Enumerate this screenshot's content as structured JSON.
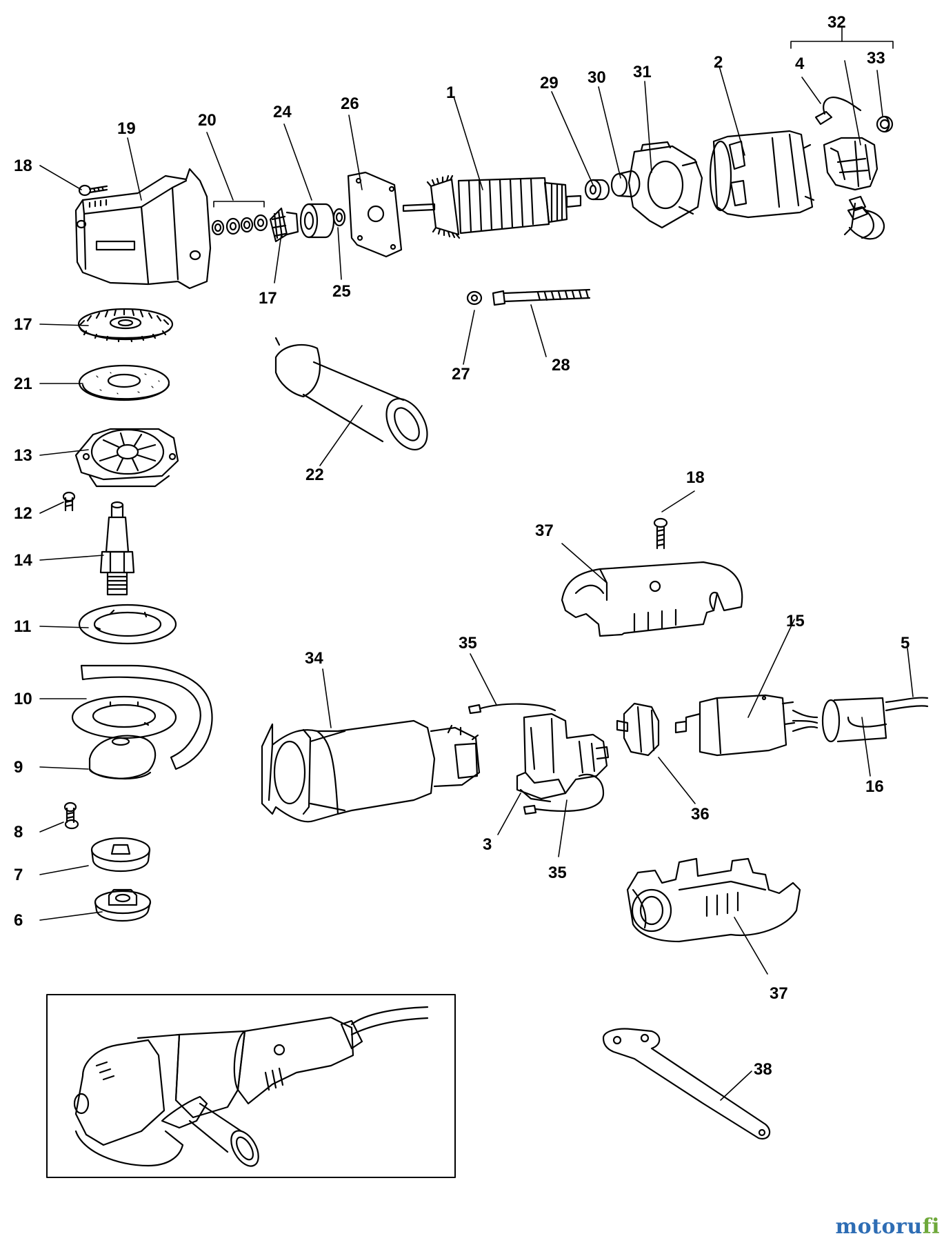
{
  "labels": {
    "p1": "1",
    "p2": "2",
    "p3": "3",
    "p4": "4",
    "p5": "5",
    "p6": "6",
    "p7": "7",
    "p8": "8",
    "p9": "9",
    "p10": "10",
    "p11": "11",
    "p12": "12",
    "p13": "13",
    "p14": "14",
    "p15": "15",
    "p16": "16",
    "p17": "17",
    "p18": "18",
    "p19": "19",
    "p20": "20",
    "p21": "21",
    "p22": "22",
    "p24": "24",
    "p25": "25",
    "p26": "26",
    "p27": "27",
    "p28": "28",
    "p29": "29",
    "p30": "30",
    "p31": "31",
    "p32": "32",
    "p33": "33",
    "p34": "34",
    "p35": "35",
    "p36": "36",
    "p37": "37",
    "p38": "38"
  },
  "watermark": {
    "text_a": "motoru",
    "text_b": "fi"
  },
  "colors": {
    "line": "#000000",
    "background": "#ffffff",
    "watermark_blue": "#2e6db4",
    "watermark_green": "#6ea83a"
  }
}
